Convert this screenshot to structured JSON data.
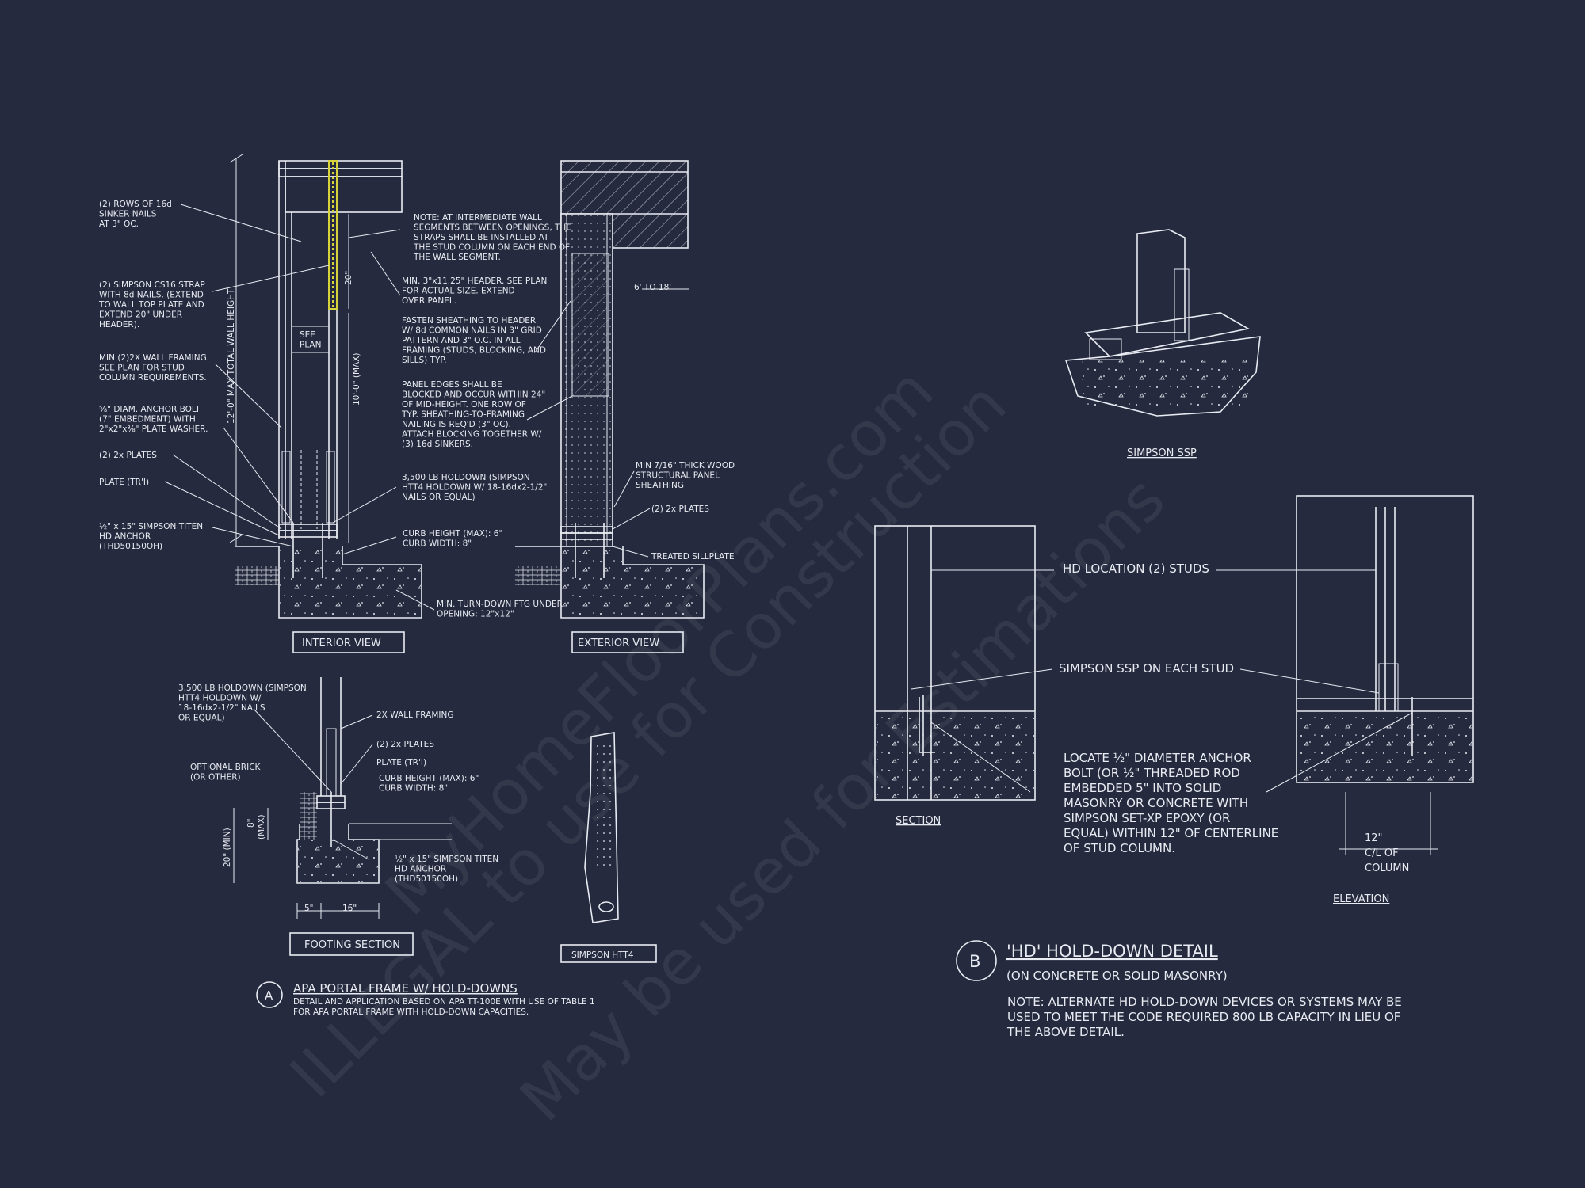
{
  "colors": {
    "background": "#252a3e",
    "linework": "#e9ebf2",
    "strap_highlight": "#d6d43a"
  },
  "watermark": {
    "line1": "ILLEGAL to use for Construction",
    "line2": "MyHomeFloorPlans.com",
    "line3": "May be used for Estimations"
  },
  "detail_a": {
    "number": "A",
    "title": "APA PORTAL FRAME W/ HOLD-DOWNS",
    "subtitle_1": "DETAIL AND APPLICATION BASED ON APA TT-100E WITH USE OF TABLE 1",
    "subtitle_2": "FOR APA PORTAL FRAME WITH HOLD-DOWN CAPACITIES.",
    "interior_view": {
      "label": "INTERIOR VIEW",
      "notes": {
        "rows_16d": [
          "(2) ROWS OF 16d",
          "SINKER NAILS",
          "AT 3\" OC."
        ],
        "cs16_strap": [
          "(2) SIMPSON CS16 STRAP",
          "WITH 8d NAILS. (EXTEND",
          "TO WALL TOP PLATE AND",
          "EXTEND 20\" UNDER",
          "HEADER)."
        ],
        "min_framing": [
          "MIN (2)2X WALL FRAMING.",
          "SEE PLAN FOR STUD",
          "COLUMN REQUIREMENTS."
        ],
        "anchor_bolt": [
          "⅝\" DIAM. ANCHOR BOLT",
          "(7\" EMBEDMENT) WITH",
          "2\"x2\"x⅜\" PLATE WASHER."
        ],
        "plates": "(2) 2x PLATES",
        "plate_tr": "PLATE (TR'I)",
        "titen": [
          "½\" x 15\" SIMPSON TITEN",
          "HD ANCHOR",
          "(THD50150OH)"
        ],
        "intermediate": [
          "NOTE: AT INTERMEDIATE WALL",
          "SEGMENTS BETWEEN OPENINGS, THE",
          "STRAPS SHALL BE INSTALLED AT",
          "THE STUD COLUMN ON EACH END OF",
          "THE WALL SEGMENT."
        ],
        "header": [
          "MIN. 3\"x11.25\" HEADER. SEE PLAN",
          "FOR ACTUAL SIZE. EXTEND",
          "OVER PANEL."
        ],
        "fasten": [
          "FASTEN SHEATHING TO HEADER",
          "W/ 8d COMMON NAILS IN 3\" GRID",
          "PATTERN AND 3\" O.C. IN ALL",
          "FRAMING (STUDS, BLOCKING, AND",
          "SILLS) TYP."
        ],
        "panel_edges": [
          "PANEL EDGES SHALL BE",
          "BLOCKED AND OCCUR WITHIN 24\"",
          "OF MID-HEIGHT.  ONE ROW OF",
          "TYP. SHEATHING-TO-FRAMING",
          "NAILING IS REQ'D (3\" OC).",
          "ATTACH BLOCKING TOGETHER W/",
          "(3) 16d SINKERS."
        ],
        "holdown": [
          "3,500 LB HOLDOWN (SIMPSON",
          "HTT4 HOLDOWN W/ 18-16dx2-1/2\"",
          "NAILS OR EQUAL)"
        ],
        "curb": [
          "CURB HEIGHT (MAX): 6\"",
          "CURB WIDTH: 8\""
        ],
        "turndown": [
          "MIN. TURN-DOWN FTG UNDER",
          "OPENING: 12\"x12\""
        ],
        "see_plan": [
          "SEE",
          "PLAN"
        ],
        "dim_total": "12'-0\" MAX TOTAL WALL HEIGHT",
        "dim_max": "10'-0\" (MAX)",
        "dim_20": "20\""
      }
    },
    "exterior_view": {
      "label": "EXTERIOR VIEW",
      "range": "6' TO 18'",
      "sheathing": [
        "MIN 7/16\" THICK WOOD",
        "STRUCTURAL PANEL",
        "SHEATHING"
      ],
      "plates": "(2) 2x PLATES",
      "sillplate": "TREATED SILLPLATE"
    },
    "footing_section": {
      "label": "FOOTING SECTION",
      "holdown": [
        "3,500 LB HOLDOWN (SIMPSON",
        "HTT4 HOLDOWN W/",
        "18-16dx2-1/2\" NAILS",
        "OR EQUAL)"
      ],
      "wall_framing": "2X WALL FRAMING",
      "plates": "(2) 2x PLATES",
      "plate_tr": "PLATE (TR'I)",
      "brick": [
        "OPTIONAL BRICK",
        "(OR OTHER)"
      ],
      "curb": [
        "CURB HEIGHT (MAX): 6\"",
        "CURB WIDTH: 8\""
      ],
      "titen": [
        "½\" x 15\" SIMPSON TITEN",
        "HD ANCHOR",
        "(THD50150OH)"
      ],
      "dim_8": "8\"",
      "dim_max": "(MAX)",
      "dim_20": "20\" (MIN)",
      "dim_5": "5\"",
      "dim_16": "16\""
    },
    "simpson_htt4": {
      "label": "SIMPSON HTT4"
    }
  },
  "detail_b": {
    "number": "B",
    "title": "'HD' HOLD-DOWN DETAIL",
    "subtitle": "(ON CONCRETE OR SOLID MASONRY)",
    "note": [
      "NOTE: ALTERNATE HD HOLD-DOWN DEVICES OR SYSTEMS MAY BE",
      "USED TO MEET THE CODE REQUIRED 800 LB CAPACITY IN LIEU OF",
      "THE ABOVE DETAIL."
    ],
    "simpson_ssp_label": "SIMPSON SSP",
    "section_label": "SECTION",
    "elevation_label": "ELEVATION",
    "hd_location": "HD LOCATION (2) STUDS",
    "ssp_each": "SIMPSON SSP ON EACH STUD",
    "locate": [
      "LOCATE ½\" DIAMETER ANCHOR",
      "BOLT (OR ½\" THREADED ROD",
      "EMBEDDED 5\" INTO SOLID",
      "MASONRY OR CONCRETE WITH",
      "SIMPSON SET-XP EPOXY (OR",
      "EQUAL) WITHIN 12\" OF CENTERLINE",
      "OF STUD COLUMN."
    ],
    "cl_column": [
      "12\"",
      "C/L OF",
      "COLUMN"
    ]
  }
}
